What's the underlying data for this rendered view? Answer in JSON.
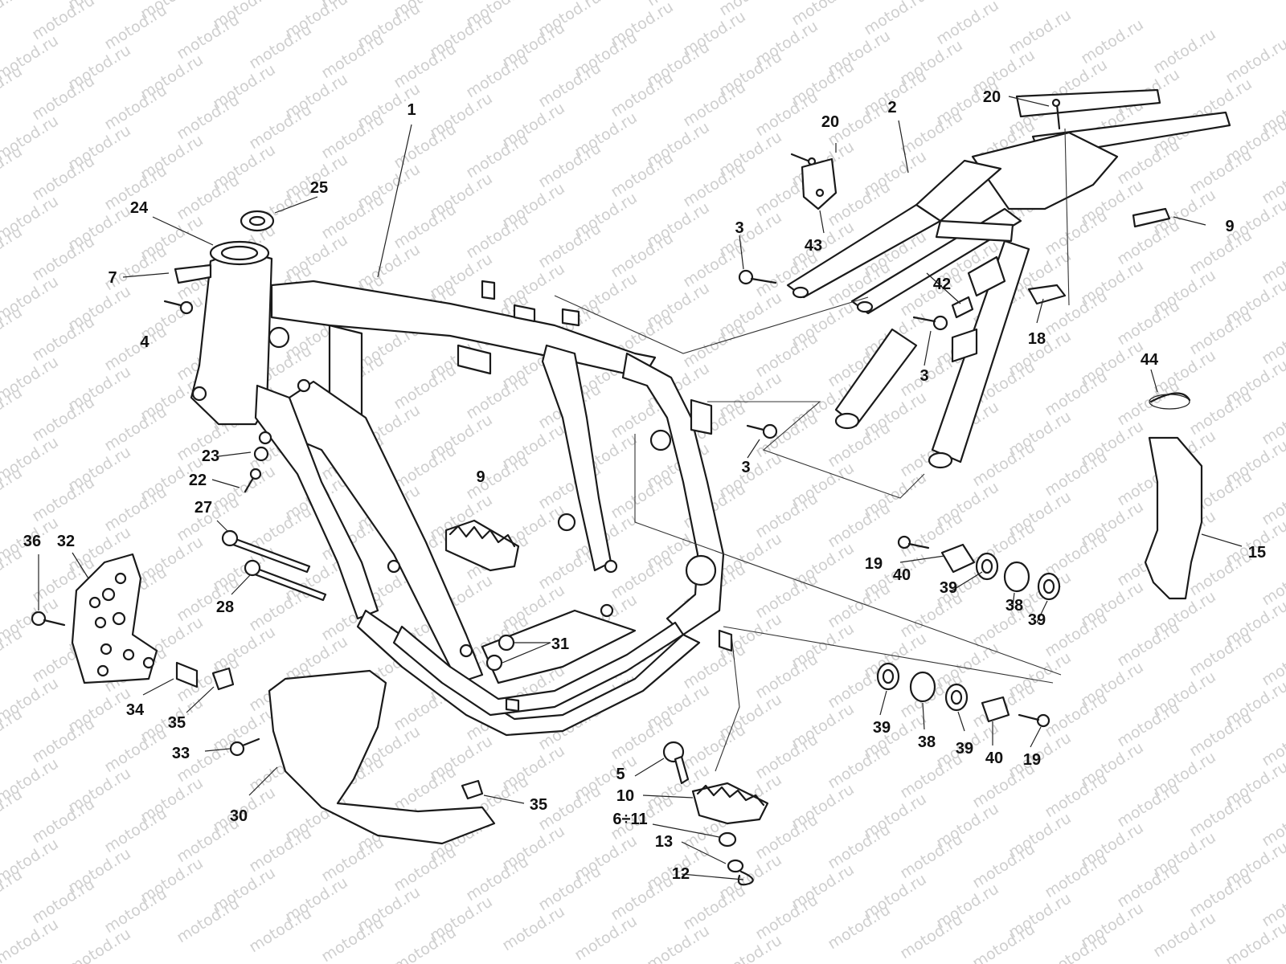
{
  "watermark": "motod.ru",
  "callouts": [
    {
      "id": "c1",
      "text": "1"
    },
    {
      "id": "c2",
      "text": "2"
    },
    {
      "id": "c3a",
      "text": "3"
    },
    {
      "id": "c3b",
      "text": "3"
    },
    {
      "id": "c3c",
      "text": "3"
    },
    {
      "id": "c4",
      "text": "4"
    },
    {
      "id": "c5",
      "text": "5"
    },
    {
      "id": "c6",
      "text": "6÷11"
    },
    {
      "id": "c7",
      "text": "7"
    },
    {
      "id": "c9a",
      "text": "9"
    },
    {
      "id": "c9b",
      "text": "9"
    },
    {
      "id": "c10",
      "text": "10"
    },
    {
      "id": "c12",
      "text": "12"
    },
    {
      "id": "c13",
      "text": "13"
    },
    {
      "id": "c15",
      "text": "15"
    },
    {
      "id": "c18",
      "text": "18"
    },
    {
      "id": "c19a",
      "text": "19"
    },
    {
      "id": "c19b",
      "text": "19"
    },
    {
      "id": "c20a",
      "text": "20"
    },
    {
      "id": "c20b",
      "text": "20"
    },
    {
      "id": "c22",
      "text": "22"
    },
    {
      "id": "c23",
      "text": "23"
    },
    {
      "id": "c24",
      "text": "24"
    },
    {
      "id": "c25",
      "text": "25"
    },
    {
      "id": "c27",
      "text": "27"
    },
    {
      "id": "c28",
      "text": "28"
    },
    {
      "id": "c30",
      "text": "30"
    },
    {
      "id": "c31",
      "text": "31"
    },
    {
      "id": "c32",
      "text": "32"
    },
    {
      "id": "c33",
      "text": "33"
    },
    {
      "id": "c34",
      "text": "34"
    },
    {
      "id": "c35a",
      "text": "35"
    },
    {
      "id": "c35b",
      "text": "35"
    },
    {
      "id": "c36",
      "text": "36"
    },
    {
      "id": "c38a",
      "text": "38"
    },
    {
      "id": "c38b",
      "text": "38"
    },
    {
      "id": "c39a",
      "text": "39"
    },
    {
      "id": "c39b",
      "text": "39"
    },
    {
      "id": "c39c",
      "text": "39"
    },
    {
      "id": "c39d",
      "text": "39"
    },
    {
      "id": "c40a",
      "text": "40"
    },
    {
      "id": "c40b",
      "text": "40"
    },
    {
      "id": "c42",
      "text": "42"
    },
    {
      "id": "c43",
      "text": "43"
    },
    {
      "id": "c44",
      "text": "44"
    }
  ]
}
